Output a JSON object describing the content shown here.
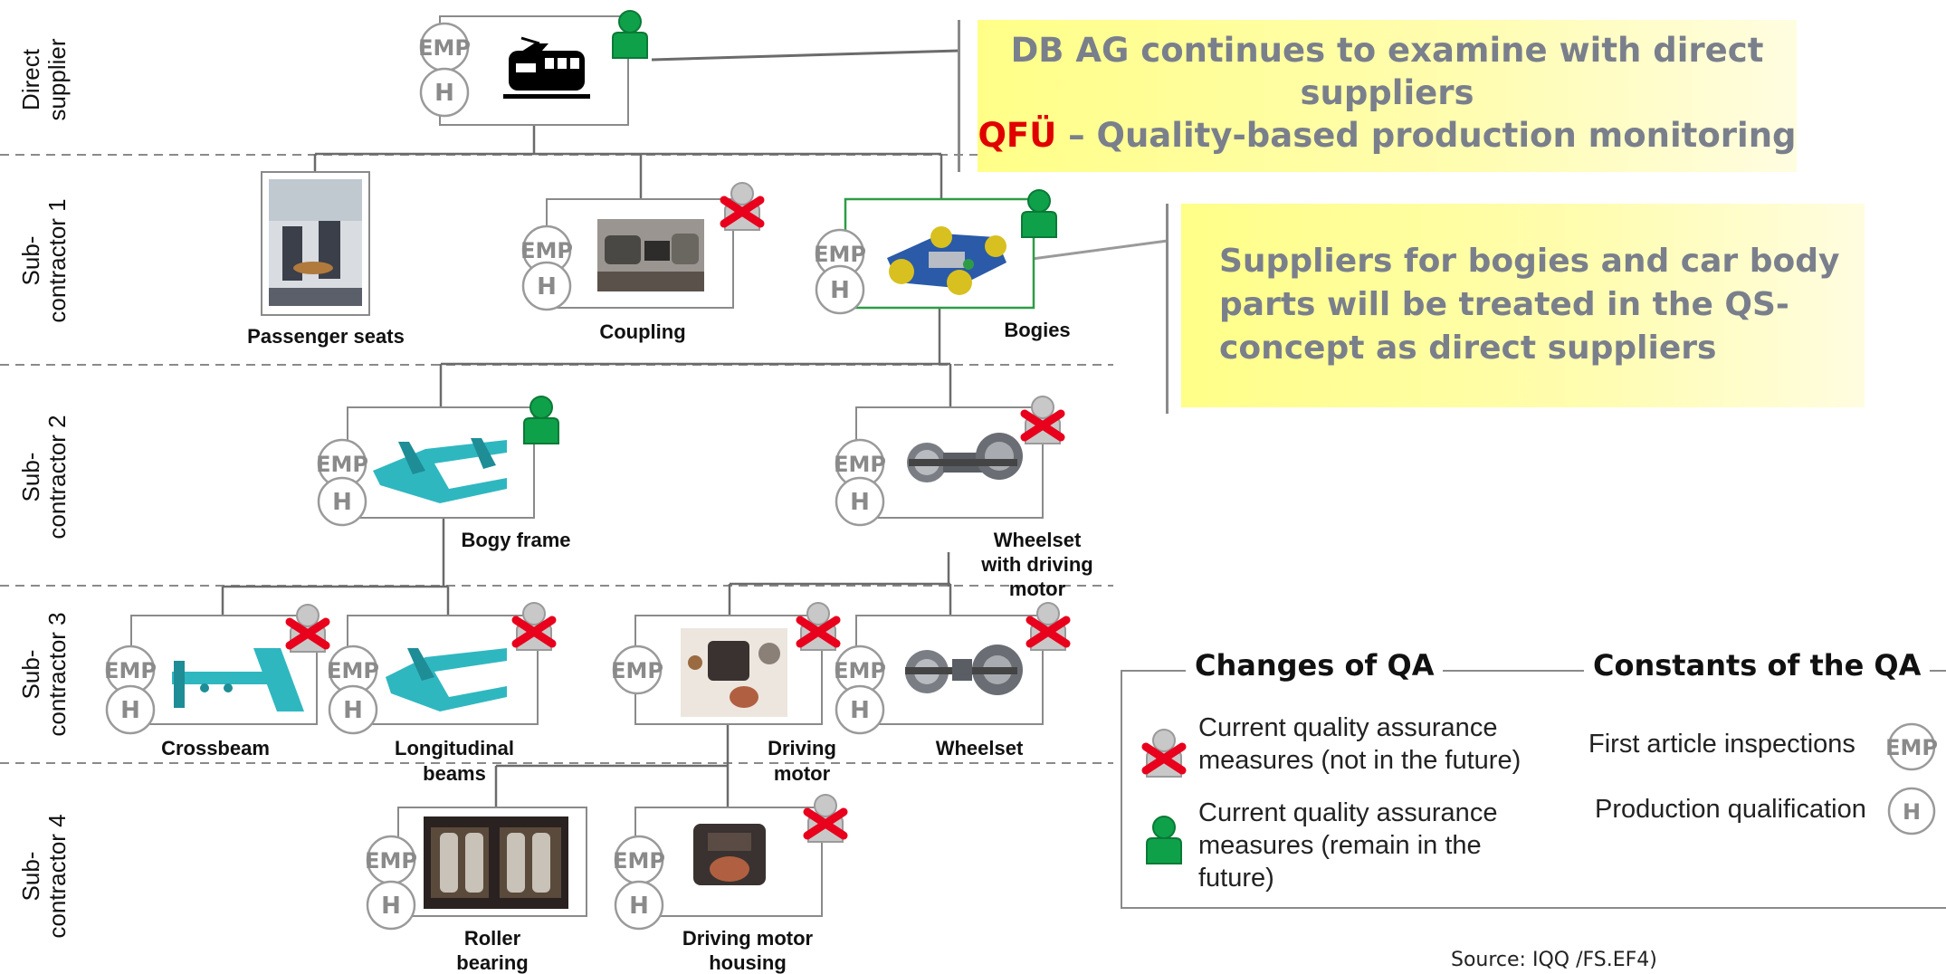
{
  "levels": [
    "Direct supplier",
    "Sub-contractor 1",
    "Sub-contractor 2",
    "Sub-contractor 3",
    "Sub-contractor 4"
  ],
  "level_lines": {
    "direct": [
      "Direct",
      "supplier"
    ],
    "sub1": [
      "Sub-",
      "contractor 1"
    ],
    "sub2": [
      "Sub-",
      "contractor 2"
    ],
    "sub3": [
      "Sub-",
      "contractor 3"
    ],
    "sub4": [
      "Sub-",
      "contractor 4"
    ]
  },
  "badges": {
    "emp": "EMP",
    "h": "H"
  },
  "nodes": {
    "passenger_seats": "Passenger seats",
    "coupling": "Coupling",
    "bogies": "Bogies",
    "bogy_frame": "Bogy frame",
    "wheelset_driving": [
      "Wheelset",
      "with driving",
      "motor"
    ],
    "crossbeam": "Crossbeam",
    "longitudinal_beams": [
      "Longitudinal",
      "beams"
    ],
    "driving_motor": [
      "Driving",
      "motor"
    ],
    "wheelset": "Wheelset",
    "roller_bearing": [
      "Roller",
      "bearing"
    ],
    "driving_motor_housing": [
      "Driving motor",
      "housing"
    ]
  },
  "callout1": {
    "line1": "DB AG continues to examine with direct",
    "line2": "suppliers",
    "red": "QFÜ",
    "line3": " – Quality-based production monitoring"
  },
  "callout2": {
    "line1": "Suppliers for bogies and car body",
    "line2": "parts will be treated in the QS-",
    "line3": "concept as direct suppliers"
  },
  "legend": {
    "changes_title": "Changes of QA",
    "constants_title": "Constants of the QA",
    "current_not_future": [
      "Current quality assurance",
      "measures (not in the future)"
    ],
    "current_remain": [
      "Current quality assurance",
      "measures (remain in the",
      "future)"
    ],
    "first_article": "First article inspections",
    "production_qual": "Production qualification"
  },
  "source": "Source: IQQ /FS.EF4)",
  "colors": {
    "green": "#0fa14a",
    "red": "#e8001c",
    "gray_person": "#c8c8c8",
    "callout_text": "#7a7f8c"
  }
}
